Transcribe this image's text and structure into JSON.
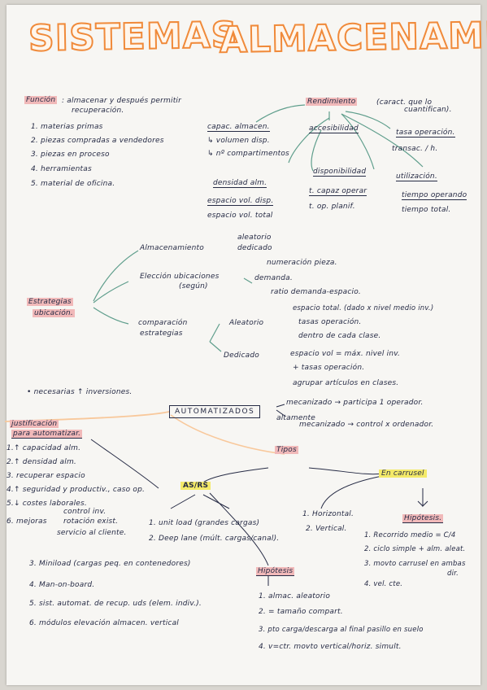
{
  "title": {
    "word1": "SISTEMAS",
    "word2": "ALMACENAMIENTO"
  },
  "funcion": {
    "label": "Función",
    "text1": ": almacenar y después permitir",
    "text2": "recuperación.",
    "items": [
      "1. materias primas",
      "2. piezas compradas a vendedores",
      "3. piezas en proceso",
      "4. herramientas",
      "5. material de oficina."
    ]
  },
  "rendimiento": {
    "label": "Rendimiento",
    "note1": "(caract. que lo",
    "note2": "cuantifican).",
    "capac": {
      "label": "capac. almacen.",
      "a": "↳ volumen disp.",
      "b": "↳ nº compartimentos"
    },
    "densidad": {
      "label": "densidad alm.",
      "a": "espacio vol. disp.",
      "b": "espacio vol. total"
    },
    "accesibilidad": "accesibilidad",
    "disponibilidad": {
      "label": "disponibilidad",
      "a": "t. capaz operar",
      "b": "t. op. planif."
    },
    "tasa": {
      "label": "tasa operación.",
      "a": "transac. / h."
    },
    "utilizacion": {
      "label": "utilización.",
      "a": "tiempo operando",
      "b": "tiempo total."
    }
  },
  "estrategias": {
    "label1": "Estrategias",
    "label2": "ubicación.",
    "almacenamiento": {
      "label": "Almacenamiento",
      "a": "aleatorio",
      "b": "dedicado"
    },
    "eleccion": {
      "label1": "Elección ubicaciones",
      "label2": "(según)",
      "a": "numeración pieza.",
      "b": "demanda.",
      "c": "ratio demanda-espacio."
    },
    "comparacion": {
      "label1": "comparación",
      "label2": "estrategias",
      "aleatorio": "Aleatorio",
      "al_a": "espacio total. (dado x nivel medio inv.)",
      "al_b": "tasas operación.",
      "al_c": "dentro de cada clase.",
      "dedicado": "Dedicado",
      "de_a": "espacio vol = máx. nivel inv.",
      "de_b": "+ tasas operación.",
      "de_c": "agrupar artículos en clases."
    }
  },
  "automatizados": {
    "necesarias": "• necesarias ↑ inversiones.",
    "box": "AUTOMATIZADOS",
    "mec1": "mecanizado → participa 1 operador.",
    "mec2a": "altamente",
    "mec2b": "mecanizado → control x ordenador."
  },
  "justificacion": {
    "label1": "justificación",
    "label2": "para automatizar.",
    "items": [
      "1.↑ capacidad alm.",
      "2.↑ densidad alm.",
      "3. recuperar espacio",
      "4.↑ seguridad y productiv., caso op.",
      "5.↓ costes laborales."
    ],
    "item6": "6. mejoras",
    "item6a": "control inv.",
    "item6b": "rotación exist.",
    "item6c": "servicio al cliente."
  },
  "tipos": {
    "label": "Tipos"
  },
  "asrs": {
    "label": "AS/RS",
    "a1": "1. unit load (grandes cargas)",
    "a2": "2. Deep lane (múlt. cargas/canal).",
    "items": [
      "3. Miniload (cargas peq. en contenedores)",
      "4. Man-on-board.",
      "5. sist. automat. de recup. uds (elem. indiv.).",
      "6. módulos elevación almacen. vertical"
    ],
    "hipotesis": "Hipótesis",
    "h_items": [
      "1. almac. aleatorio",
      "2. = tamaño compart.",
      "3. pto carga/descarga al final pasillo en suelo",
      "4. v=ctr. movto vertical/horiz. simult."
    ]
  },
  "carrusel": {
    "label": "En carrusel",
    "a1": "1. Horizontal.",
    "a2": "2. Vertical.",
    "hipotesis": "Hipótesis.",
    "h_items": [
      "1. Recorrido medio = C/4",
      "2. ciclo simple + alm. aleat.",
      "3. movto carrusel en ambas",
      "dir.",
      "4. vel. cte."
    ]
  },
  "colors": {
    "ink": "#262b45",
    "title_orange": "#f08a3a",
    "highlight_pink": "#f1b9b9",
    "highlight_yellow": "#f4ea69",
    "arrow_green": "#5f9e8c"
  }
}
